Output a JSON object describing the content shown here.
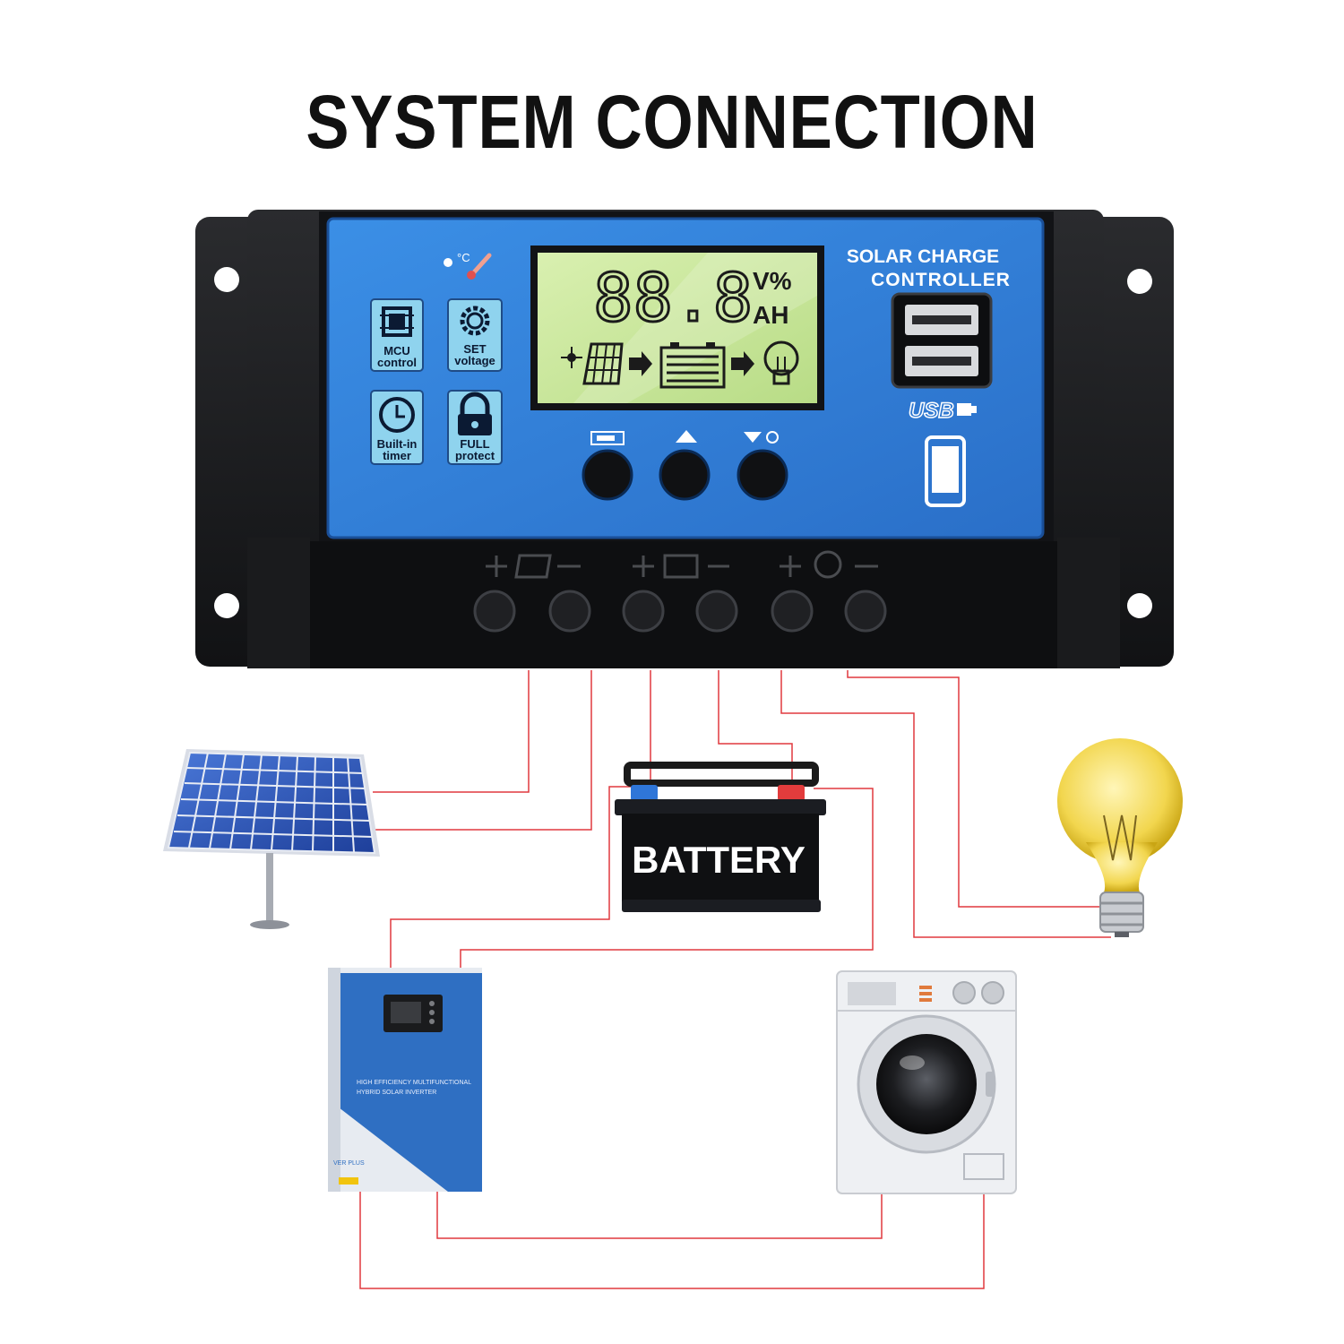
{
  "title": "SYSTEM CONNECTION",
  "controller": {
    "brand_line1": "SOLAR CHARGE",
    "brand_line2": "CONTROLLER",
    "lcd_digits": "88.8",
    "lcd_units_top": "V%",
    "lcd_units_bottom": "AH",
    "usb_label": "USB",
    "features": [
      {
        "line1": "MCU",
        "line2": "control",
        "icon": "chip-icon"
      },
      {
        "line1": "SET",
        "line2": "voltage",
        "icon": "gear-icon"
      },
      {
        "line1": "Built-in",
        "line2": "timer",
        "icon": "clock-icon"
      },
      {
        "line1": "FULL",
        "line2": "protect",
        "icon": "lock-icon"
      }
    ],
    "buttons": [
      "menu-button",
      "up-button",
      "down-button"
    ],
    "terminal_groups": [
      "solar-panel",
      "battery",
      "load"
    ]
  },
  "devices": {
    "battery_label": "BATTERY",
    "inverter_text_line1": "HIGH EFFICIENCY MULTIFUNCTIONAL",
    "inverter_text_line2": "HYBRID SOLAR INVERTER",
    "inverter_brand": "VER PLUS"
  },
  "colors": {
    "wire": "#e0393e",
    "panel_blue": "#2d7fd6",
    "lcd_green": "#cde9a0",
    "controller_body": "#1b1c1e"
  }
}
